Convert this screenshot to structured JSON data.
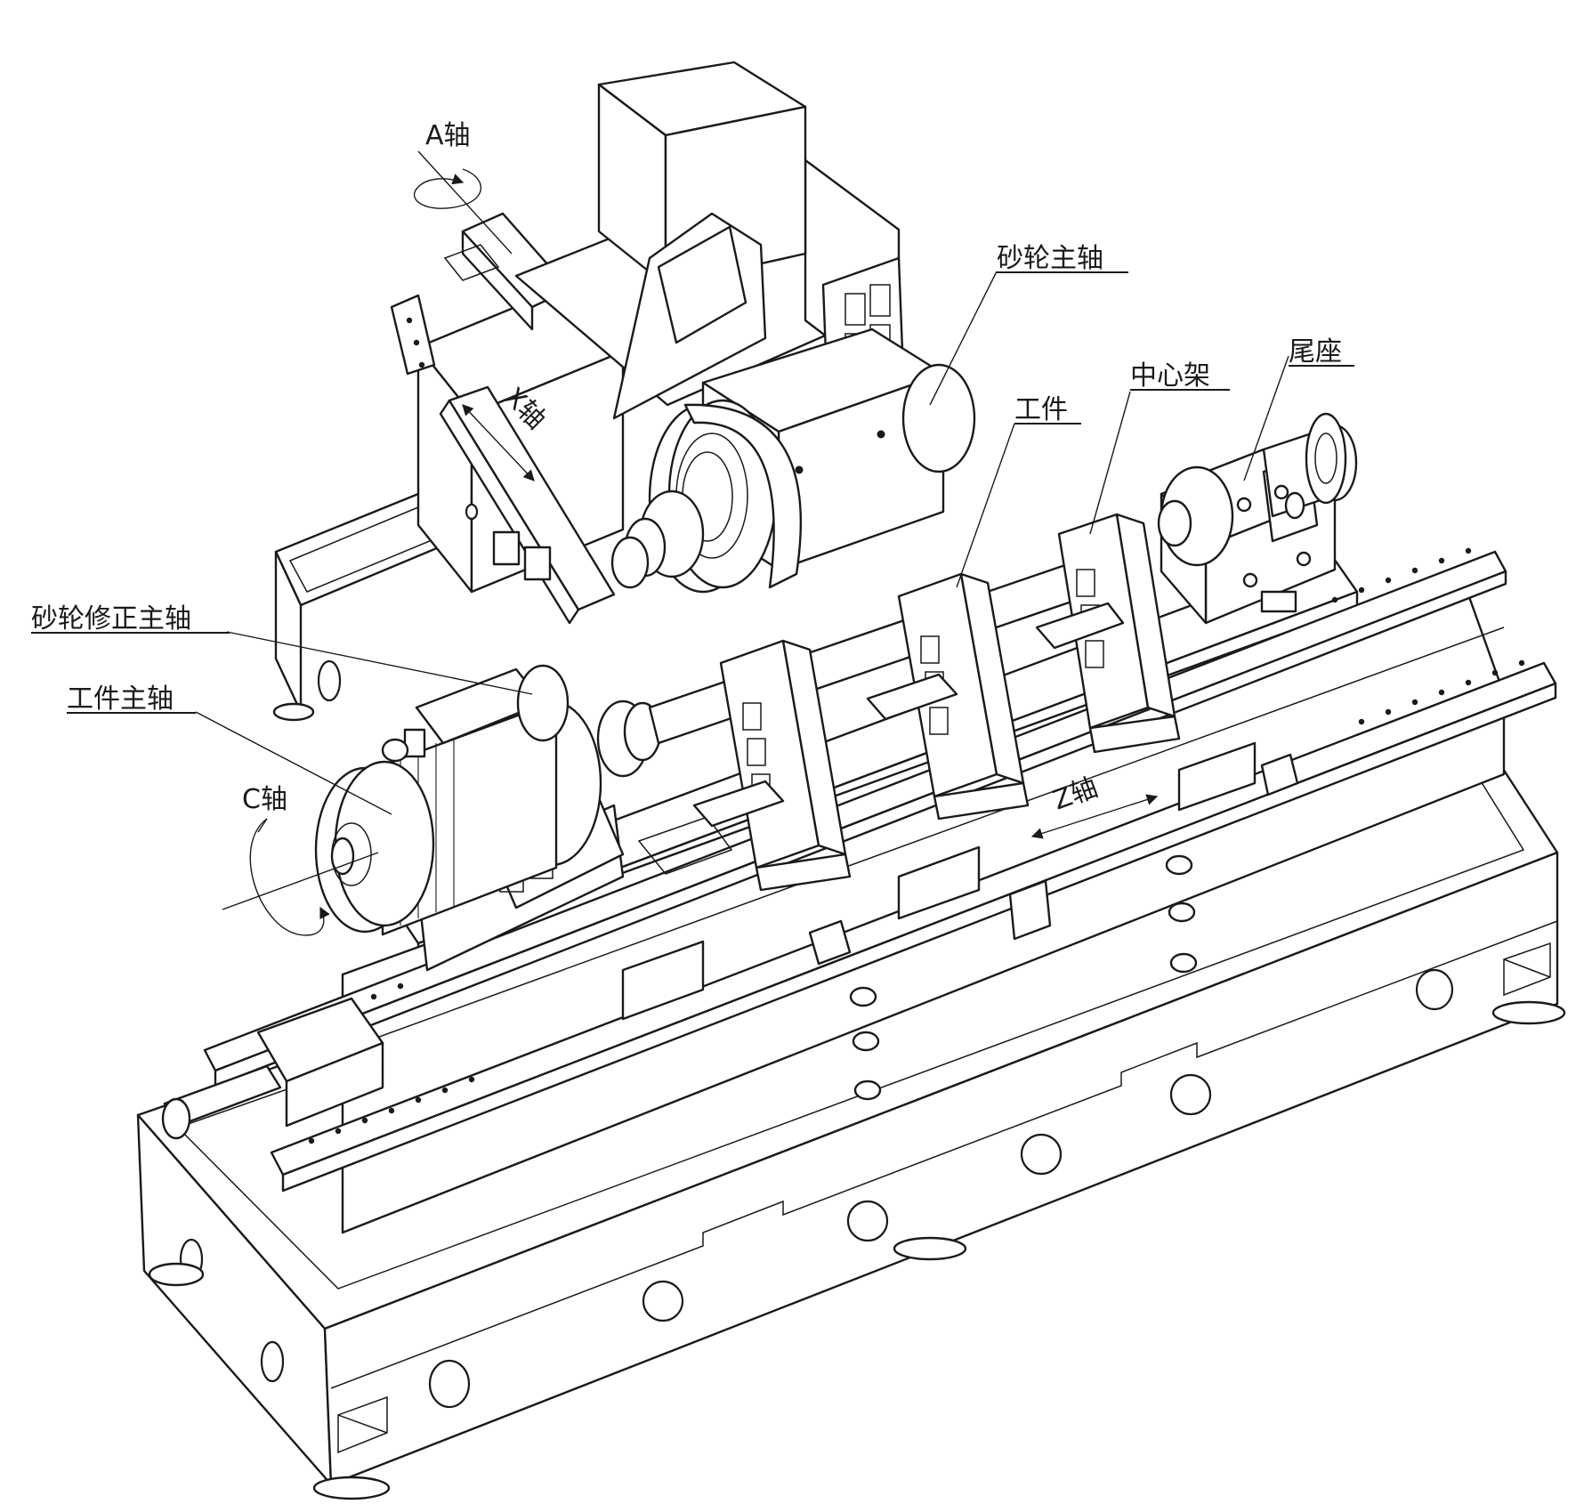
{
  "labels": {
    "grinding_wheel_spindle": "砂轮主轴",
    "tailstock": "尾座",
    "center_rest": "中心架",
    "workpiece": "工件",
    "dresser_spindle": "砂轮修正主轴",
    "workpiece_spindle": "工件主轴"
  },
  "axes": {
    "a_axis": "A轴",
    "x_axis": "X轴",
    "c_axis": "C轴",
    "z_axis": "Z轴"
  }
}
